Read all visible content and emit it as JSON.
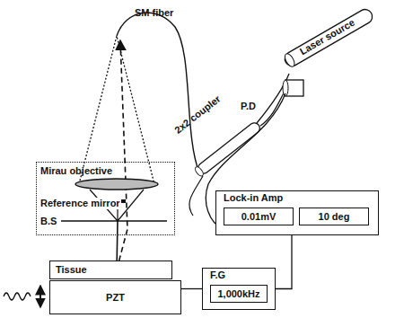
{
  "diagram": {
    "nodes": [
      {
        "text": [
          "Mirau objective"
        ]
      },
      {
        "text": [
          "Lock-in Amp"
        ]
      },
      {
        "text": [
          "0.01mV"
        ],
        "in": 1
      },
      {
        "text": [
          "10 deg"
        ],
        "in": 1
      },
      {
        "text": [
          "Tissue"
        ]
      },
      {
        "text": [
          "PZT"
        ]
      },
      {
        "text": [
          "F.G"
        ]
      },
      {
        "text": [
          "1,000kHz"
        ],
        "in": 6
      }
    ],
    "edges": [
      {
        "from": 6,
        "to": 5,
        "arrow": "none"
      },
      {
        "from": 6,
        "to": 1,
        "arrow": "none"
      }
    ],
    "labels": [
      "SM fiber",
      "Laser source",
      "2x2 coupler",
      "P.D",
      "Reference mirror",
      "B.S"
    ]
  }
}
